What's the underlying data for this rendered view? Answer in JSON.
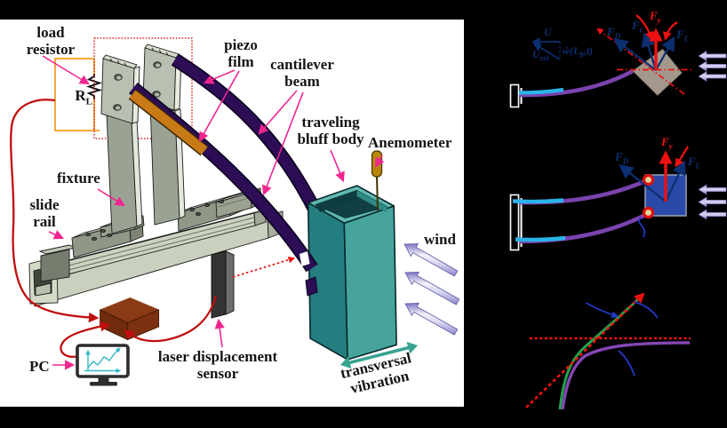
{
  "figure": {
    "left_panel_description": "experimental setup schematic",
    "right_panel_description": "galloping force analysis diagrams and response curves"
  },
  "apparatus_labels": {
    "load_resistor": {
      "line1": "load",
      "line2": "resistor"
    },
    "rl": {
      "base": "R",
      "sub": "L"
    },
    "piezo_film": {
      "line1": "piezo",
      "line2": "film"
    },
    "cantilever_beam": {
      "line1": "cantilever",
      "line2": "beam"
    },
    "traveling_bluff_body": {
      "line1": "traveling",
      "line2": "bluff body"
    },
    "anemometer": "Anemometer",
    "fixture": "fixture",
    "slide_rail": {
      "line1": "slide",
      "line2": "rail"
    },
    "laser_displacement_sensor": {
      "line1": "laser displacement",
      "line2": "sensor"
    },
    "pc": "PC",
    "wind": "wind",
    "transversal_vibration": {
      "line1": "transversal",
      "line2": "vibration"
    }
  },
  "velocity_triangle": {
    "u": "U",
    "u_rel": {
      "base": "U",
      "sub": "rel"
    },
    "w_dot": {
      "pre": "ẇ(L",
      "sub": "b",
      "post": ",t)"
    }
  },
  "forces_top": {
    "f_d": {
      "base": "F",
      "sub": "D"
    },
    "f_t": {
      "base": "F",
      "sub": "t"
    },
    "f_y": {
      "base": "F",
      "sub": "y"
    },
    "f_l": {
      "base": "F",
      "sub": "L"
    }
  },
  "forces_middle": {
    "f_d": {
      "base": "F",
      "sub": "D"
    },
    "f_y": {
      "base": "F",
      "sub": "y"
    },
    "f_l": {
      "base": "F",
      "sub": "L"
    }
  },
  "colors": {
    "background": "#000000",
    "panel": "#ffffff",
    "label_text": "#141414",
    "leader_pink": "#f0268f",
    "wire_red": "#c00d0d",
    "circuit_orange": "#f5a93c",
    "dotted_box_red": "#e02020",
    "beam_indigo": "#2d0d56",
    "piezo_orange": "#c47c16",
    "bluff_teal": "#46a49c",
    "metal_gray": "#aab1a2",
    "daq_brown": "#8a3a14",
    "navy_force": "#0c2f72",
    "red_force": "#ee1111",
    "beam_purple": "#7a43ae",
    "piezo_cyan": "#2ab4e8",
    "square_tan": "#a4988c",
    "square_blue": "#2b49a8",
    "curve_green": "#1fa34c",
    "curve_purple": "#8446b4",
    "leader_blue": "#2238c8",
    "wind_lavender": "#9a92d6",
    "vibration_teal": "#38a392"
  }
}
